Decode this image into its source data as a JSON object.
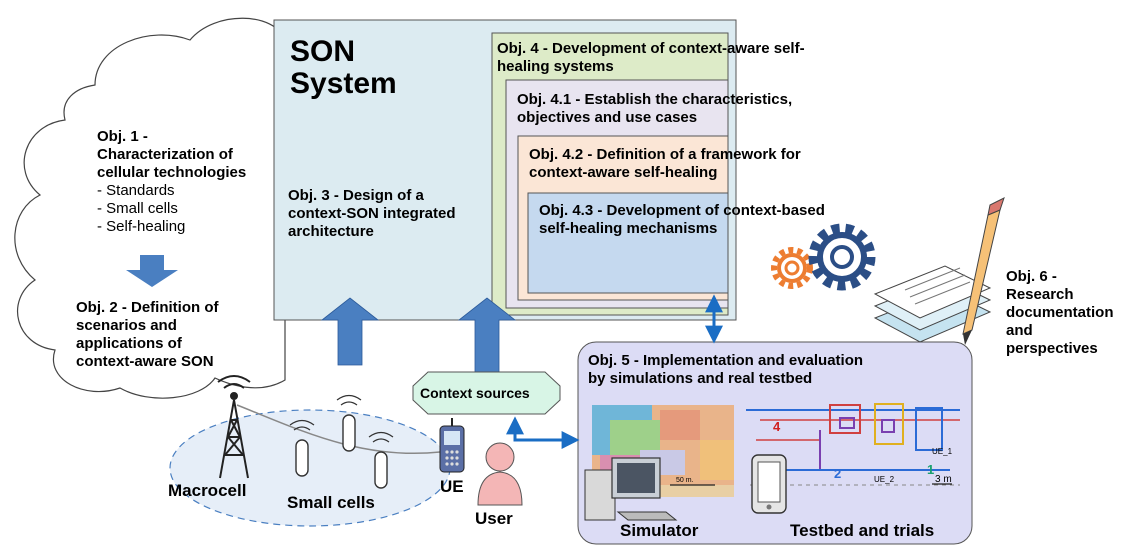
{
  "son": {
    "title_line1": "SON",
    "title_line2": "System",
    "obj3": [
      "Obj. 3 - Design of a",
      "context-SON integrated",
      "architecture"
    ]
  },
  "obj4": [
    "Obj. 4 - Development of context-aware self-",
    "healing systems"
  ],
  "obj41": [
    "Obj. 4.1 - Establish the characteristics,",
    "objectives and use cases"
  ],
  "obj42": [
    "Obj. 4.2 - Definition of a framework for",
    "context-aware self-healing"
  ],
  "obj43": [
    "Obj. 4.3 - Development of context-based",
    "self-healing mechanisms"
  ],
  "obj1": {
    "title": [
      "Obj. 1 -",
      "Characterization of",
      "cellular technologies"
    ],
    "items": [
      "- Standards",
      "- Small cells",
      "- Self-healing"
    ]
  },
  "obj2": [
    "Obj. 2 - Definition of",
    "scenarios and",
    "applications of",
    "context-aware SON"
  ],
  "obj5": [
    "Obj. 5 - Implementation and evaluation",
    "by simulations and real testbed"
  ],
  "obj6": [
    "Obj. 6 -",
    "Research",
    "documentation",
    "and",
    "perspectives"
  ],
  "context_sources": "Context sources",
  "labels": {
    "macrocell": "Macrocell",
    "small_cells": "Small cells",
    "ue": "UE",
    "user": "User",
    "simulator": "Simulator",
    "testbed": "Testbed and trials"
  },
  "testbed_marks": {
    "n4": "4",
    "n2": "2",
    "n1": "1",
    "ue1": "UE_1",
    "ue2": "UE_2",
    "scale": "3 m"
  },
  "sim_scale": "50 m.",
  "colors": {
    "son_fill": "#dcebf1",
    "obj4_fill": "#ddebc8",
    "obj41_fill": "#e8e4f0",
    "obj42_fill": "#fbe6d6",
    "obj43_fill": "#c5d9ef",
    "obj5_fill": "#dcdcf5",
    "context_fill": "#d8f5e6",
    "arrow_fill": "#4a7fc1",
    "gear_small": "#ed7d31",
    "gear_big": "#2b4e86"
  }
}
